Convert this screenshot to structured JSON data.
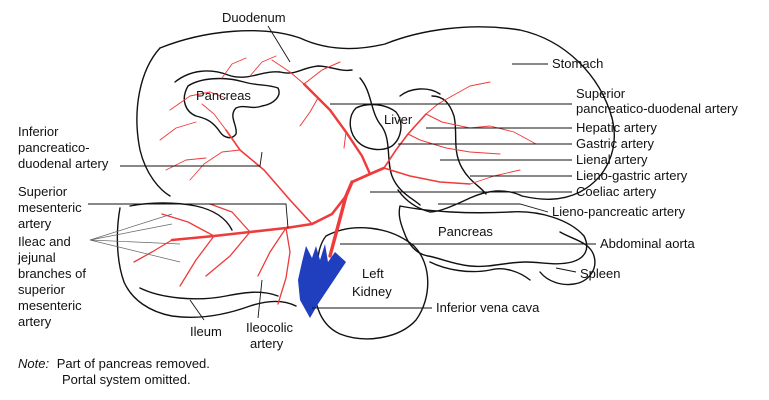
{
  "colors": {
    "artery": "#ee3b3b",
    "vena_cava": "#1f3fbf",
    "outline": "#111111"
  },
  "labels": {
    "duodenum": "Duodenum",
    "stomach": "Stomach",
    "superior_pd_line1": "Superior",
    "superior_pd_line2": "pancreatico-duodenal artery",
    "hepatic": "Hepatic artery",
    "gastric": "Gastric artery",
    "lienal": "Lienal artery",
    "lieno_gastric": "Lieno-gastric artery",
    "coeliac": "Coeliac artery",
    "lieno_pancreatic": "Lieno-pancreatic artery",
    "abdominal_aorta": "Abdominal aorta",
    "spleen": "Spleen",
    "inferior_vena_cava": "Inferior vena cava",
    "inferior_pd_line1": "Inferior",
    "inferior_pd_line2": "pancreatico-",
    "inferior_pd_line3": "duodenal artery",
    "sup_mes_line1": "Superior",
    "sup_mes_line2": "mesenteric",
    "sup_mes_line3": "artery",
    "ileac_line1": "Ileac and",
    "ileac_line2": "jejunal",
    "ileac_line3": "branches of",
    "ileac_line4": "superior",
    "ileac_line5": "mesenteric",
    "ileac_line6": "artery",
    "ileum": "Ileum",
    "ileocolic_line1": "Ileocolic",
    "ileocolic_line2": "artery"
  },
  "organs": {
    "pancreas_upper": "Pancreas",
    "liver": "Liver",
    "pancreas_lower": "Pancreas",
    "kidney_line1": "Left",
    "kidney_line2": "Kidney"
  },
  "note": {
    "prefix": "Note:",
    "line1": "Part of pancreas removed.",
    "line2": "Portal system omitted."
  }
}
